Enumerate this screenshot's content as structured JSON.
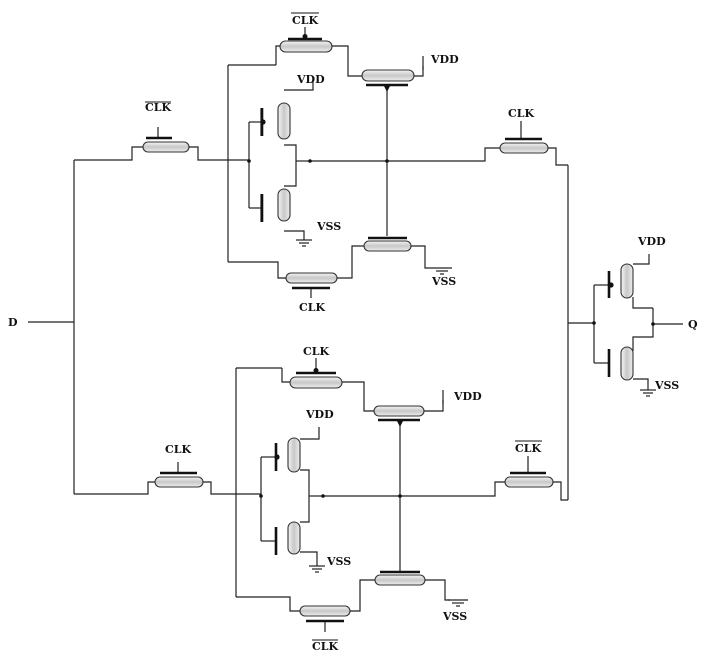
{
  "labels": {
    "clk": "CLK",
    "vdd": "VDD",
    "vss": "VSS",
    "d": "D",
    "q": "Q"
  }
}
